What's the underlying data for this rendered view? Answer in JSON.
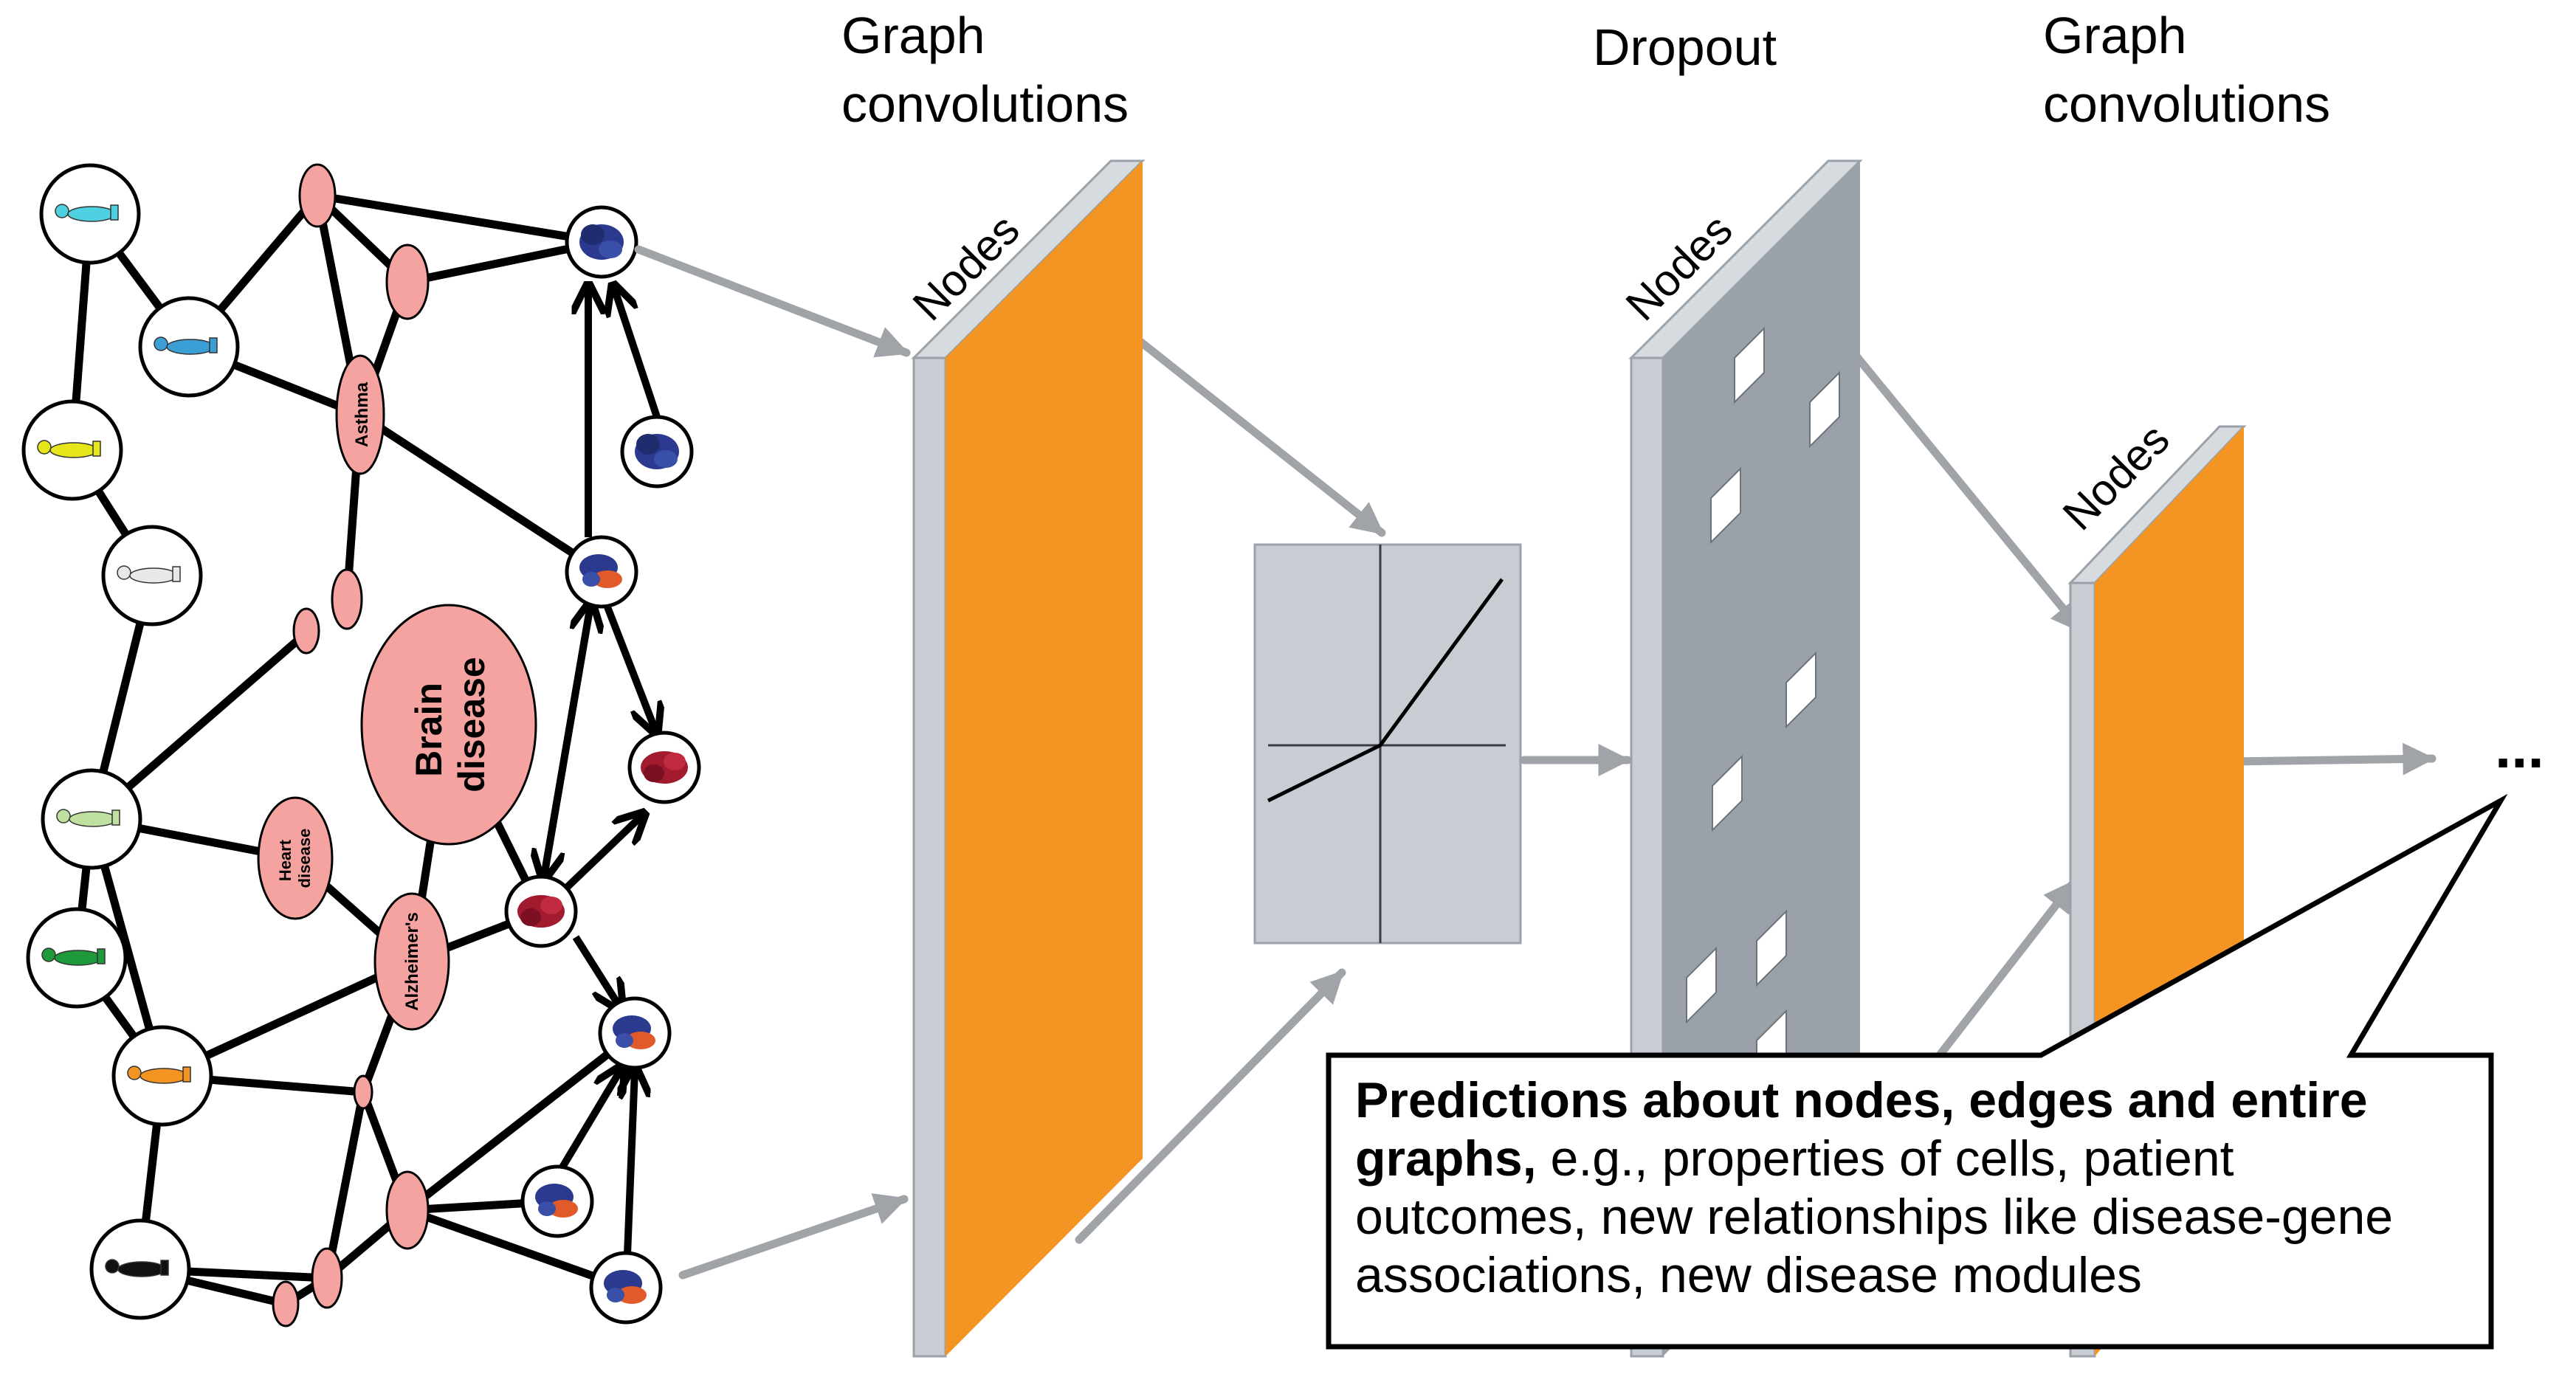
{
  "headings": {
    "graph_conv_1": [
      "Graph",
      "convolutions"
    ],
    "dropout": "Dropout",
    "graph_conv_2": [
      "Graph",
      "convolutions"
    ]
  },
  "panel_labels": {
    "nodes_1": "Nodes",
    "nodes_2": "Nodes",
    "nodes_3": "Nodes"
  },
  "network": {
    "disease_nodes": {
      "asthma": "Asthma",
      "brain": [
        "Brain",
        "disease"
      ],
      "heart": [
        "Heart",
        "disease"
      ],
      "alzheimers": "Alzheimer's"
    }
  },
  "ellipsis": "...",
  "callout": {
    "bold": "Predictions about nodes, edges and entire graphs,",
    "rest": " e.g., properties of cells, patient outcomes, new relationships like disease-gene associations, new disease modules"
  },
  "colors": {
    "panel_orange": "#f39423",
    "panel_grey": "#9aa1a8",
    "panel_edge": "#c8cdd3",
    "arrow_grey": "#a0a4a9",
    "disease_node": "#f4a3a0",
    "protein_blue": "#2b3a8f",
    "protein_red": "#a11a2e"
  },
  "patient_icon_colors": [
    "#4fd0e0",
    "#3b9fd6",
    "#e6e61a",
    "#e8e8e8",
    "#c0e0a0",
    "#1e9a3a",
    "#f39423",
    "#111111"
  ]
}
